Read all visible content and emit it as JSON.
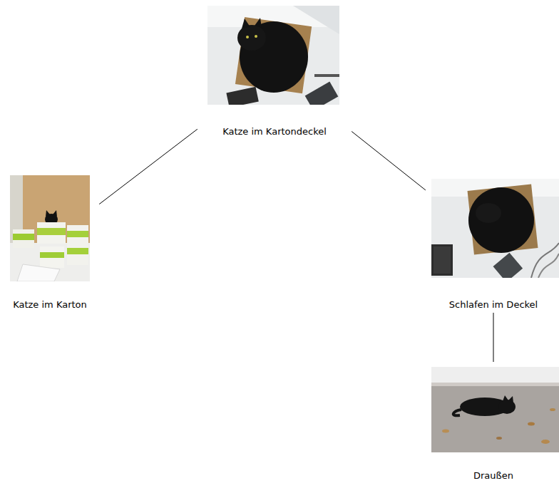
{
  "diagram": {
    "nodes": [
      {
        "text": [
          "Katze im Kartondeckel"
        ]
      },
      {
        "text": [
          "Katze im Karton"
        ]
      },
      {
        "text": [
          "Schlafen im Deckel"
        ]
      },
      {
        "text": [
          "Draußen"
        ]
      }
    ],
    "edges": [
      {
        "from": 0,
        "to": 1,
        "arrow": "none"
      },
      {
        "from": 0,
        "to": 2,
        "arrow": "none"
      },
      {
        "from": 2,
        "to": 3,
        "arrow": "none"
      }
    ]
  }
}
